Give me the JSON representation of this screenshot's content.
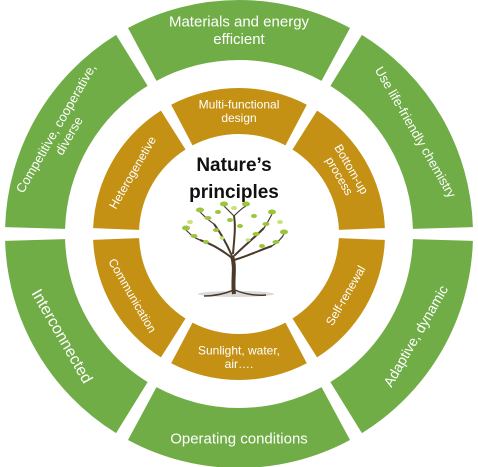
{
  "center": {
    "title_line1": "Nature’s",
    "title_line2": "principles",
    "image_icon": "tree-icon"
  },
  "outer_ring": [
    {
      "label": "Materials and energy efficient"
    },
    {
      "label": "Use life-friendly chemistry"
    },
    {
      "label": "Adaptive, dynamic"
    },
    {
      "label": "Operating conditions"
    },
    {
      "label": "Interconnected"
    },
    {
      "label": "Competitive, cooperative, diverse"
    }
  ],
  "inner_ring": [
    {
      "label": "Multi-functional design"
    },
    {
      "label": "Bottom-up process"
    },
    {
      "label": "Self-renewal"
    },
    {
      "label": "Sunlight, water, air…."
    },
    {
      "label": "Communication"
    },
    {
      "label": "Heterogenetive"
    }
  ],
  "colors": {
    "outer": "#70ad47",
    "inner": "#c49114",
    "text_light": "#ffffff",
    "text_dark": "#111111",
    "tree_leaf": "#9bc53d",
    "tree_trunk": "#4a3a2a"
  }
}
